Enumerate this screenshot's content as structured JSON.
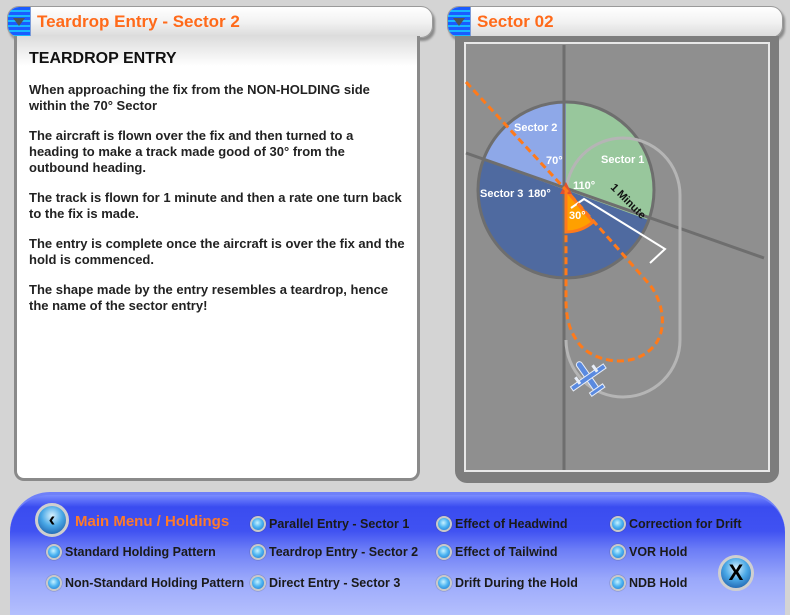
{
  "left_panel": {
    "title": "Teardrop Entry - Sector 2",
    "heading": "TEARDROP ENTRY",
    "paragraphs": [
      "When approaching the fix from the NON-HOLDING side within the 70° Sector",
      "The aircraft is flown over the fix and then turned to a heading to make a track made good of 30° from the outbound heading.",
      "The track is flown for 1 minute and then a rate one turn back to the fix is made.",
      "The entry is complete once the aircraft is over the fix and the hold is commenced.",
      "The shape made by the entry resembles a teardrop, hence the name of the sector entry!"
    ]
  },
  "right_panel": {
    "title": "Sector 02",
    "diagram": {
      "sector1_label": "Sector 1",
      "sector2_label": "Sector 2",
      "sector3_label": "Sector 3",
      "angle_70": "70°",
      "angle_110": "110°",
      "angle_180": "180°",
      "angle_30": "30°",
      "one_minute_label": "1 Minute",
      "colors": {
        "sector1": "#98c79c",
        "sector2": "#8ea8e8",
        "sector3": "#4f6aa0",
        "track": "#ff7a1a",
        "angle_wedge": "#ffa000",
        "background": "#8f8f8f"
      }
    }
  },
  "nav": {
    "back_label": "‹",
    "main_menu": "Main Menu / Holdings",
    "items": [
      "Standard Holding Pattern",
      "Non-Standard Holding Pattern",
      "Parallel Entry - Sector 1",
      "Teardrop Entry - Sector 2",
      "Direct Entry - Sector 3",
      "Effect of Headwind",
      "Effect of Tailwind",
      "Drift During the Hold",
      "Correction for Drift",
      "VOR Hold",
      "NDB Hold"
    ],
    "close_label": "X"
  }
}
